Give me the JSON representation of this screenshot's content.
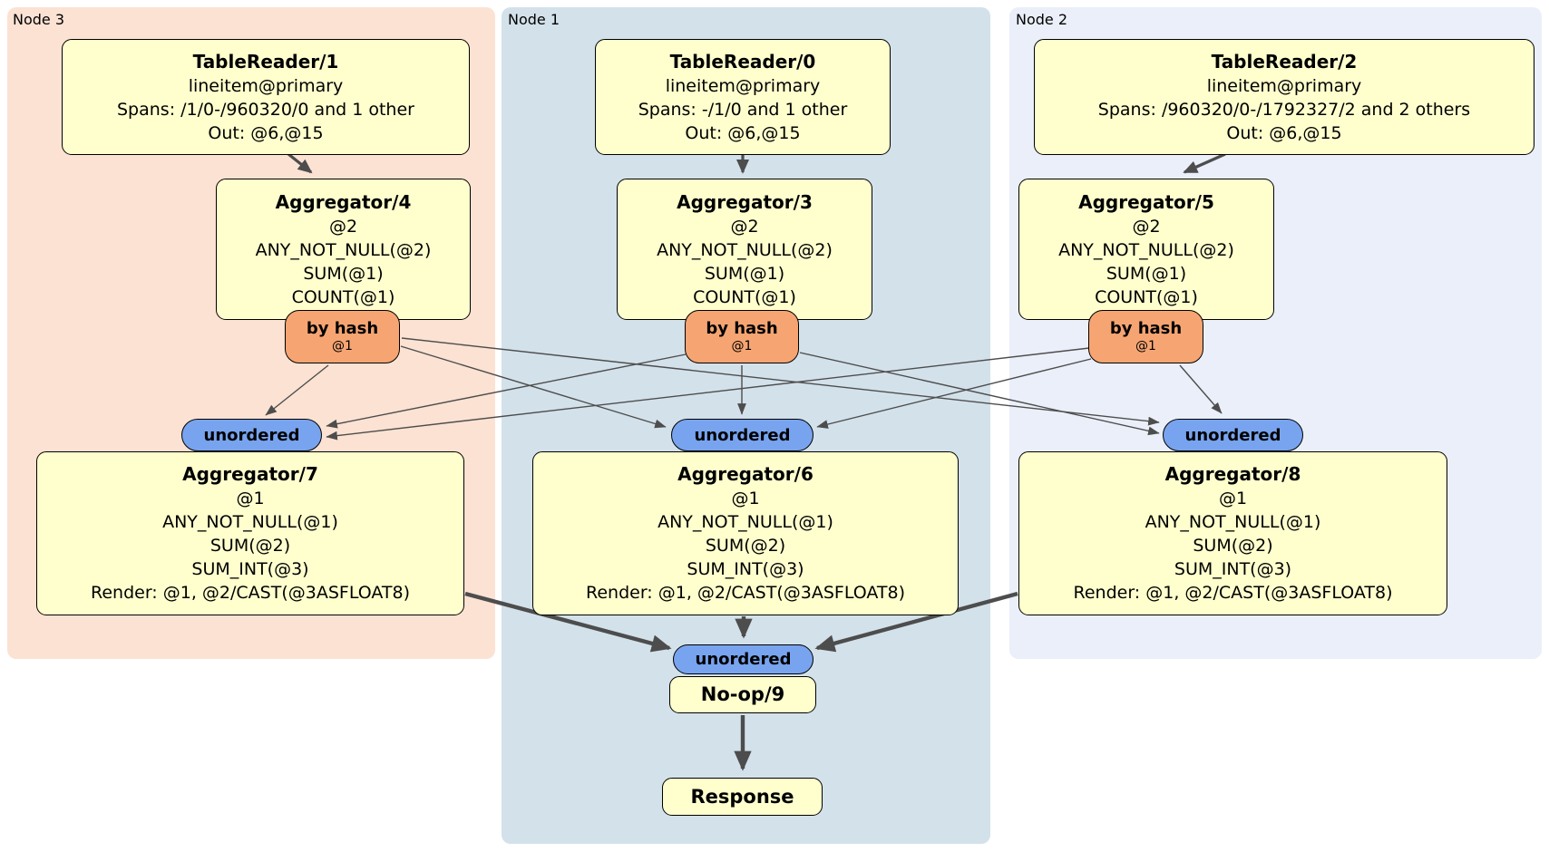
{
  "regions": [
    {
      "label": "Node 3"
    },
    {
      "label": "Node 1"
    },
    {
      "label": "Node 2"
    }
  ],
  "processors": {
    "tr1": {
      "title": "TableReader/1",
      "lines": [
        "lineitem@primary",
        "Spans: /1/0-/960320/0 and 1 other",
        "Out: @6,@15"
      ]
    },
    "tr0": {
      "title": "TableReader/0",
      "lines": [
        "lineitem@primary",
        "Spans: -/1/0 and 1 other",
        "Out: @6,@15"
      ]
    },
    "tr2": {
      "title": "TableReader/2",
      "lines": [
        "lineitem@primary",
        "Spans: /960320/0-/1792327/2 and 2 others",
        "Out: @6,@15"
      ]
    },
    "agg4": {
      "title": "Aggregator/4",
      "lines": [
        "@2",
        "ANY_NOT_NULL(@2)",
        "SUM(@1)",
        "COUNT(@1)"
      ]
    },
    "agg3": {
      "title": "Aggregator/3",
      "lines": [
        "@2",
        "ANY_NOT_NULL(@2)",
        "SUM(@1)",
        "COUNT(@1)"
      ]
    },
    "agg5": {
      "title": "Aggregator/5",
      "lines": [
        "@2",
        "ANY_NOT_NULL(@2)",
        "SUM(@1)",
        "COUNT(@1)"
      ]
    },
    "agg7": {
      "title": "Aggregator/7",
      "lines": [
        "@1",
        "ANY_NOT_NULL(@1)",
        "SUM(@2)",
        "SUM_INT(@3)",
        "Render: @1, @2/CAST(@3ASFLOAT8)"
      ]
    },
    "agg6": {
      "title": "Aggregator/6",
      "lines": [
        "@1",
        "ANY_NOT_NULL(@1)",
        "SUM(@2)",
        "SUM_INT(@3)",
        "Render: @1, @2/CAST(@3ASFLOAT8)"
      ]
    },
    "agg8": {
      "title": "Aggregator/8",
      "lines": [
        "@1",
        "ANY_NOT_NULL(@1)",
        "SUM(@2)",
        "SUM_INT(@3)",
        "Render: @1, @2/CAST(@3ASFLOAT8)"
      ]
    },
    "noop": {
      "title": "No-op/9"
    },
    "response": {
      "title": "Response"
    }
  },
  "router": {
    "label": "by hash",
    "detail": "@1"
  },
  "sync": {
    "unordered": "unordered"
  },
  "colors": {
    "node3_bg": "#FBE2D3",
    "node1_bg": "#D3E1EA",
    "node2_bg": "#EAEFF9",
    "processor_bg": "#FFFFCE",
    "router_bg": "#F6A572",
    "sync_bg": "#78A4EF",
    "border": "#000000",
    "arrow": "#4D4D4D"
  }
}
